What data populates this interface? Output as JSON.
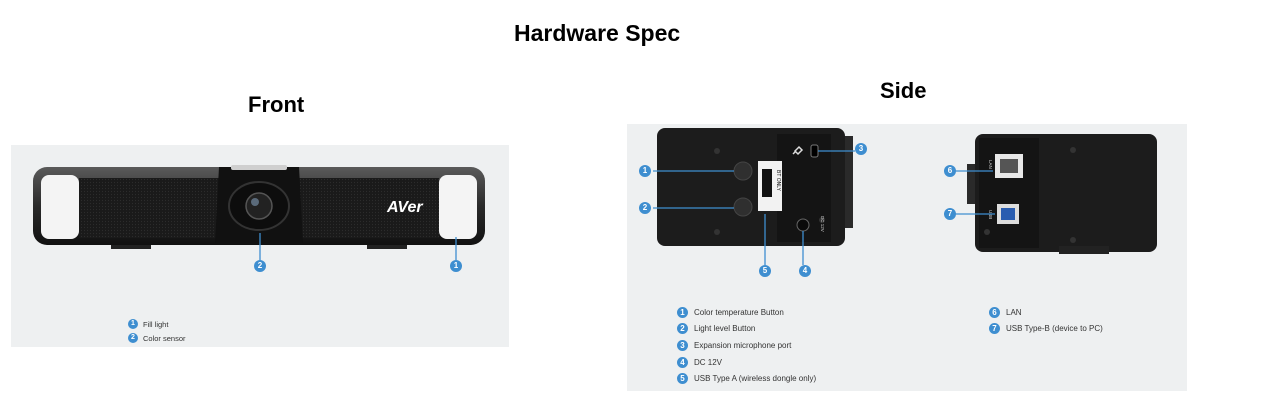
{
  "title": "Hardware Spec",
  "front": {
    "heading": "Front",
    "brand_logo": "AVer",
    "callouts": [
      "2",
      "1"
    ],
    "legend": [
      {
        "num": "1",
        "label": "Fill light"
      },
      {
        "num": "2",
        "label": "Color sensor"
      }
    ]
  },
  "side": {
    "heading": "Side",
    "port_labels": {
      "bt_only": "BT ONLY",
      "dc": "DC 12V",
      "lan": "LAN",
      "usb": "USB"
    },
    "callouts": [
      "1",
      "2",
      "3",
      "4",
      "5",
      "6",
      "7"
    ],
    "legend_left": [
      {
        "num": "1",
        "label": "Color temperature Button"
      },
      {
        "num": "2",
        "label": "Light level Button"
      },
      {
        "num": "3",
        "label": "Expansion microphone port"
      },
      {
        "num": "4",
        "label": "DC 12V"
      },
      {
        "num": "5",
        "label": "USB Type A (wireless dongle only)"
      }
    ],
    "legend_right": [
      {
        "num": "6",
        "label": "LAN"
      },
      {
        "num": "7",
        "label": "USB Type-B (device to PC)"
      }
    ]
  },
  "colors": {
    "callout": "#3e8ed0",
    "panel_bg": "#eef0f1",
    "device": "#1c1c1c"
  }
}
